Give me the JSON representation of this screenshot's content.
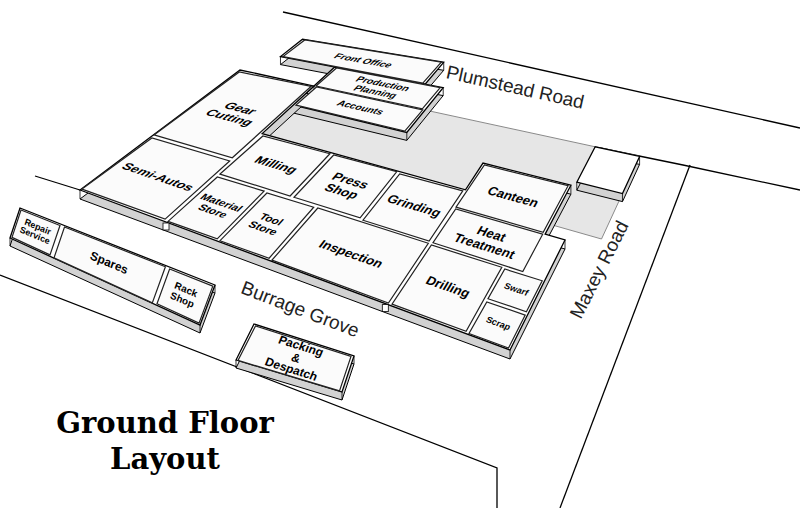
{
  "diagram": {
    "title": "Ground Floor Layout",
    "nodes": [
      {
        "text": [
          "Front Office"
        ]
      },
      {
        "text": [
          "Production Planning"
        ]
      },
      {
        "text": [
          "Accounts"
        ]
      },
      {
        "text": [
          "Gear Cutting"
        ]
      },
      {
        "text": [
          "Semi-Autos"
        ]
      },
      {
        "text": [
          "Milling"
        ]
      },
      {
        "text": [
          "Press Shop"
        ]
      },
      {
        "text": [
          "Grinding"
        ]
      },
      {
        "text": [
          "Canteen"
        ]
      },
      {
        "text": [
          "Material Store"
        ]
      },
      {
        "text": [
          "Tool Store"
        ]
      },
      {
        "text": [
          "Heat Treatment"
        ]
      },
      {
        "text": [
          "Inspection"
        ]
      },
      {
        "text": [
          "Drilling"
        ]
      },
      {
        "text": [
          "Swarf"
        ]
      },
      {
        "text": [
          "Scrap"
        ]
      },
      {
        "text": [
          "Repair Service"
        ]
      },
      {
        "text": [
          "Spares"
        ]
      },
      {
        "text": [
          "Rack Shop"
        ]
      },
      {
        "text": [
          "Packing & Despatch"
        ]
      }
    ],
    "labels": [
      "Plumstead Road",
      "Burrage Grove",
      "Maxey Road"
    ]
  }
}
